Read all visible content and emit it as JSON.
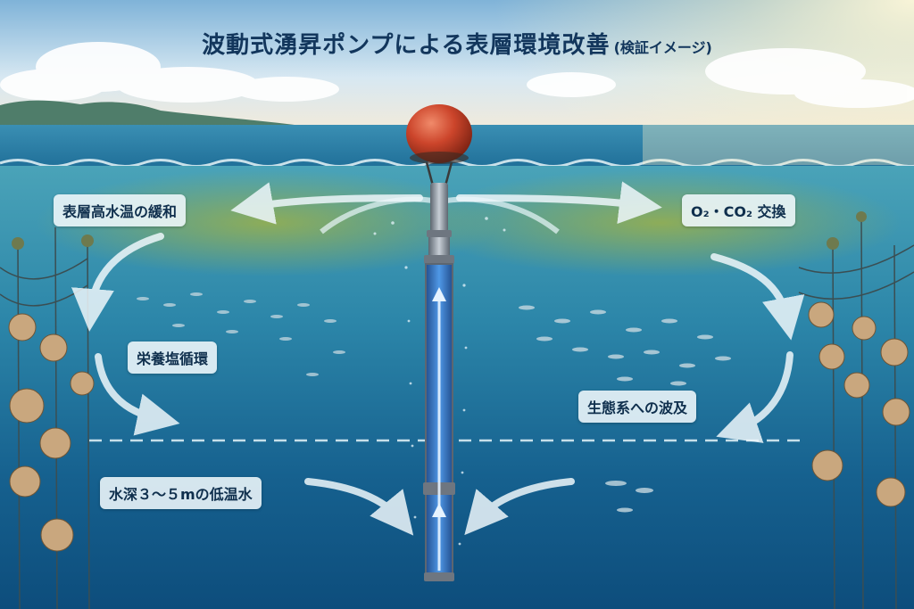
{
  "title": {
    "main": "波動式湧昇ポンプによる表層環境改善",
    "sub": "(検証イメージ)"
  },
  "labels": {
    "surface_temp": "表層高水温の緩和",
    "gas_exchange": "O₂・CO₂ 交換",
    "nutrient_cycle": "栄養塩循環",
    "ecosystem": "生態系への波及",
    "deep_water": "水深３～５mの低温水"
  },
  "colors": {
    "sky": "#bcd9ec",
    "sea_surface": "#2b7fa8",
    "deep_water": "#0e4f7e",
    "buoy": "#c8442c",
    "pump_tube": "#3f86d6",
    "algae": "#8fa84a"
  }
}
